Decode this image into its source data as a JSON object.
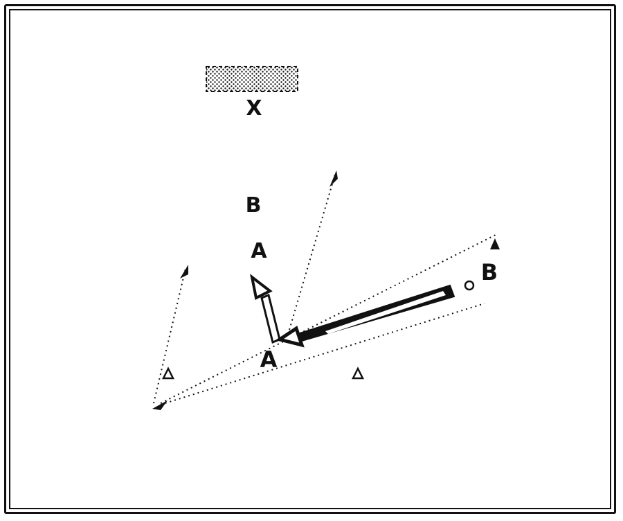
{
  "legend": {
    "label": "X"
  },
  "labels": {
    "b_upper": "B",
    "a_upper": "A",
    "a_lower": "A",
    "b_right": "B"
  },
  "colors": {
    "ink": "#111111",
    "background": "#ffffff"
  }
}
